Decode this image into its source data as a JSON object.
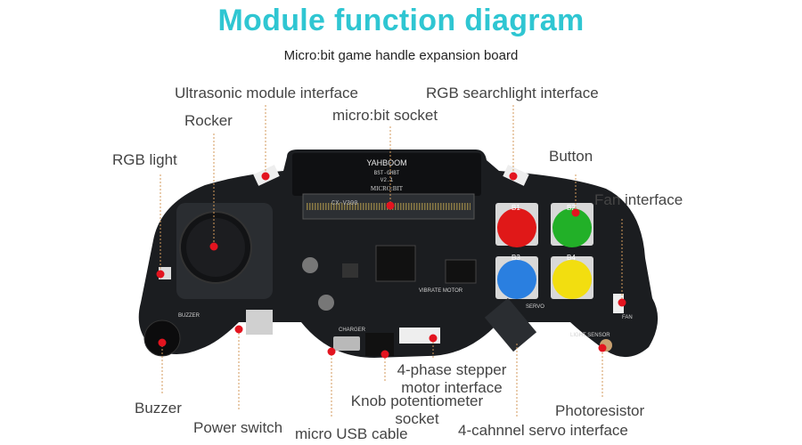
{
  "title": "Module function diagram",
  "subtitle": "Micro:bit game handle expansion board",
  "labels": {
    "ultrasonic": "Ultrasonic module interface",
    "rgb_searchlight": "RGB searchlight interface",
    "rocker": "Rocker",
    "microbit_socket": "micro:bit socket",
    "rgb_light": "RGB light",
    "button": "Button",
    "fan": "Fan interface",
    "buzzer": "Buzzer",
    "power_switch": "Power switch",
    "micro_usb": "micro USB cable",
    "knob_line1": "Knob potentiometer",
    "knob_line2": "socket",
    "stepper_line1": "4-phase stepper",
    "stepper_line2": "motor interface",
    "photoresistor": "Photoresistor",
    "servo": "4-cahnnel servo interface"
  },
  "board": {
    "brand": "YAHBOOM",
    "model": "BST-GHBT",
    "version": "V2.1",
    "socket_text": "MICRO:BIT",
    "chip_text": "CX-V300",
    "buttons": [
      {
        "label": "B1",
        "color": "#e01818"
      },
      {
        "label": "B2",
        "color": "#22b028"
      },
      {
        "label": "B3",
        "color": "#2a7fe0"
      },
      {
        "label": "B4",
        "color": "#f2de10"
      }
    ],
    "silk_buzzer": "BUZZER",
    "silk_charger": "CHARGER",
    "silk_vibrate": "VIBRATE MOTOR",
    "silk_light": "LIGHT SENSOR",
    "silk_servo": "SERVO",
    "silk_fan": "FAN"
  },
  "colors": {
    "title": "#2fc6d2",
    "board": "#1b1d20",
    "leader": "#d39a5b",
    "dot": "#e3141f"
  }
}
